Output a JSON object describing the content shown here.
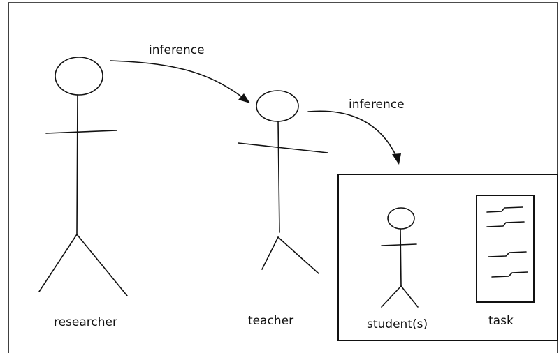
{
  "labels": {
    "researcher": "researcher",
    "teacher": "teacher",
    "student": "student(s)",
    "task": "task",
    "inference_1": "inference",
    "inference_2": "inference"
  },
  "colors": {
    "ink": "#111111",
    "background": "#ffffff"
  }
}
